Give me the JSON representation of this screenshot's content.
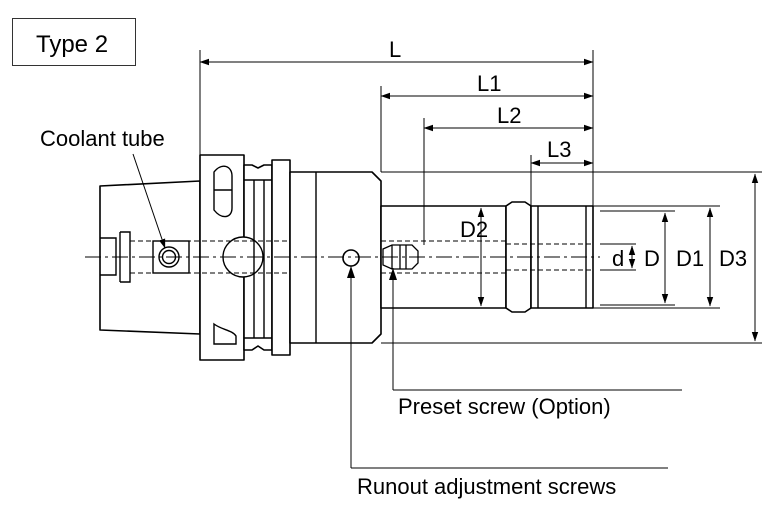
{
  "diagram": {
    "type_label": "Type 2",
    "callouts": {
      "coolant_tube": "Coolant tube",
      "preset_screw": "Preset screw (Option)",
      "runout_screws": "Runout adjustment screws"
    },
    "dimensions": {
      "L": "L",
      "L1": "L1",
      "L2": "L2",
      "L3": "L3",
      "D2": "D2",
      "d": "d",
      "D": "D",
      "D1": "D1",
      "D3": "D3"
    }
  }
}
